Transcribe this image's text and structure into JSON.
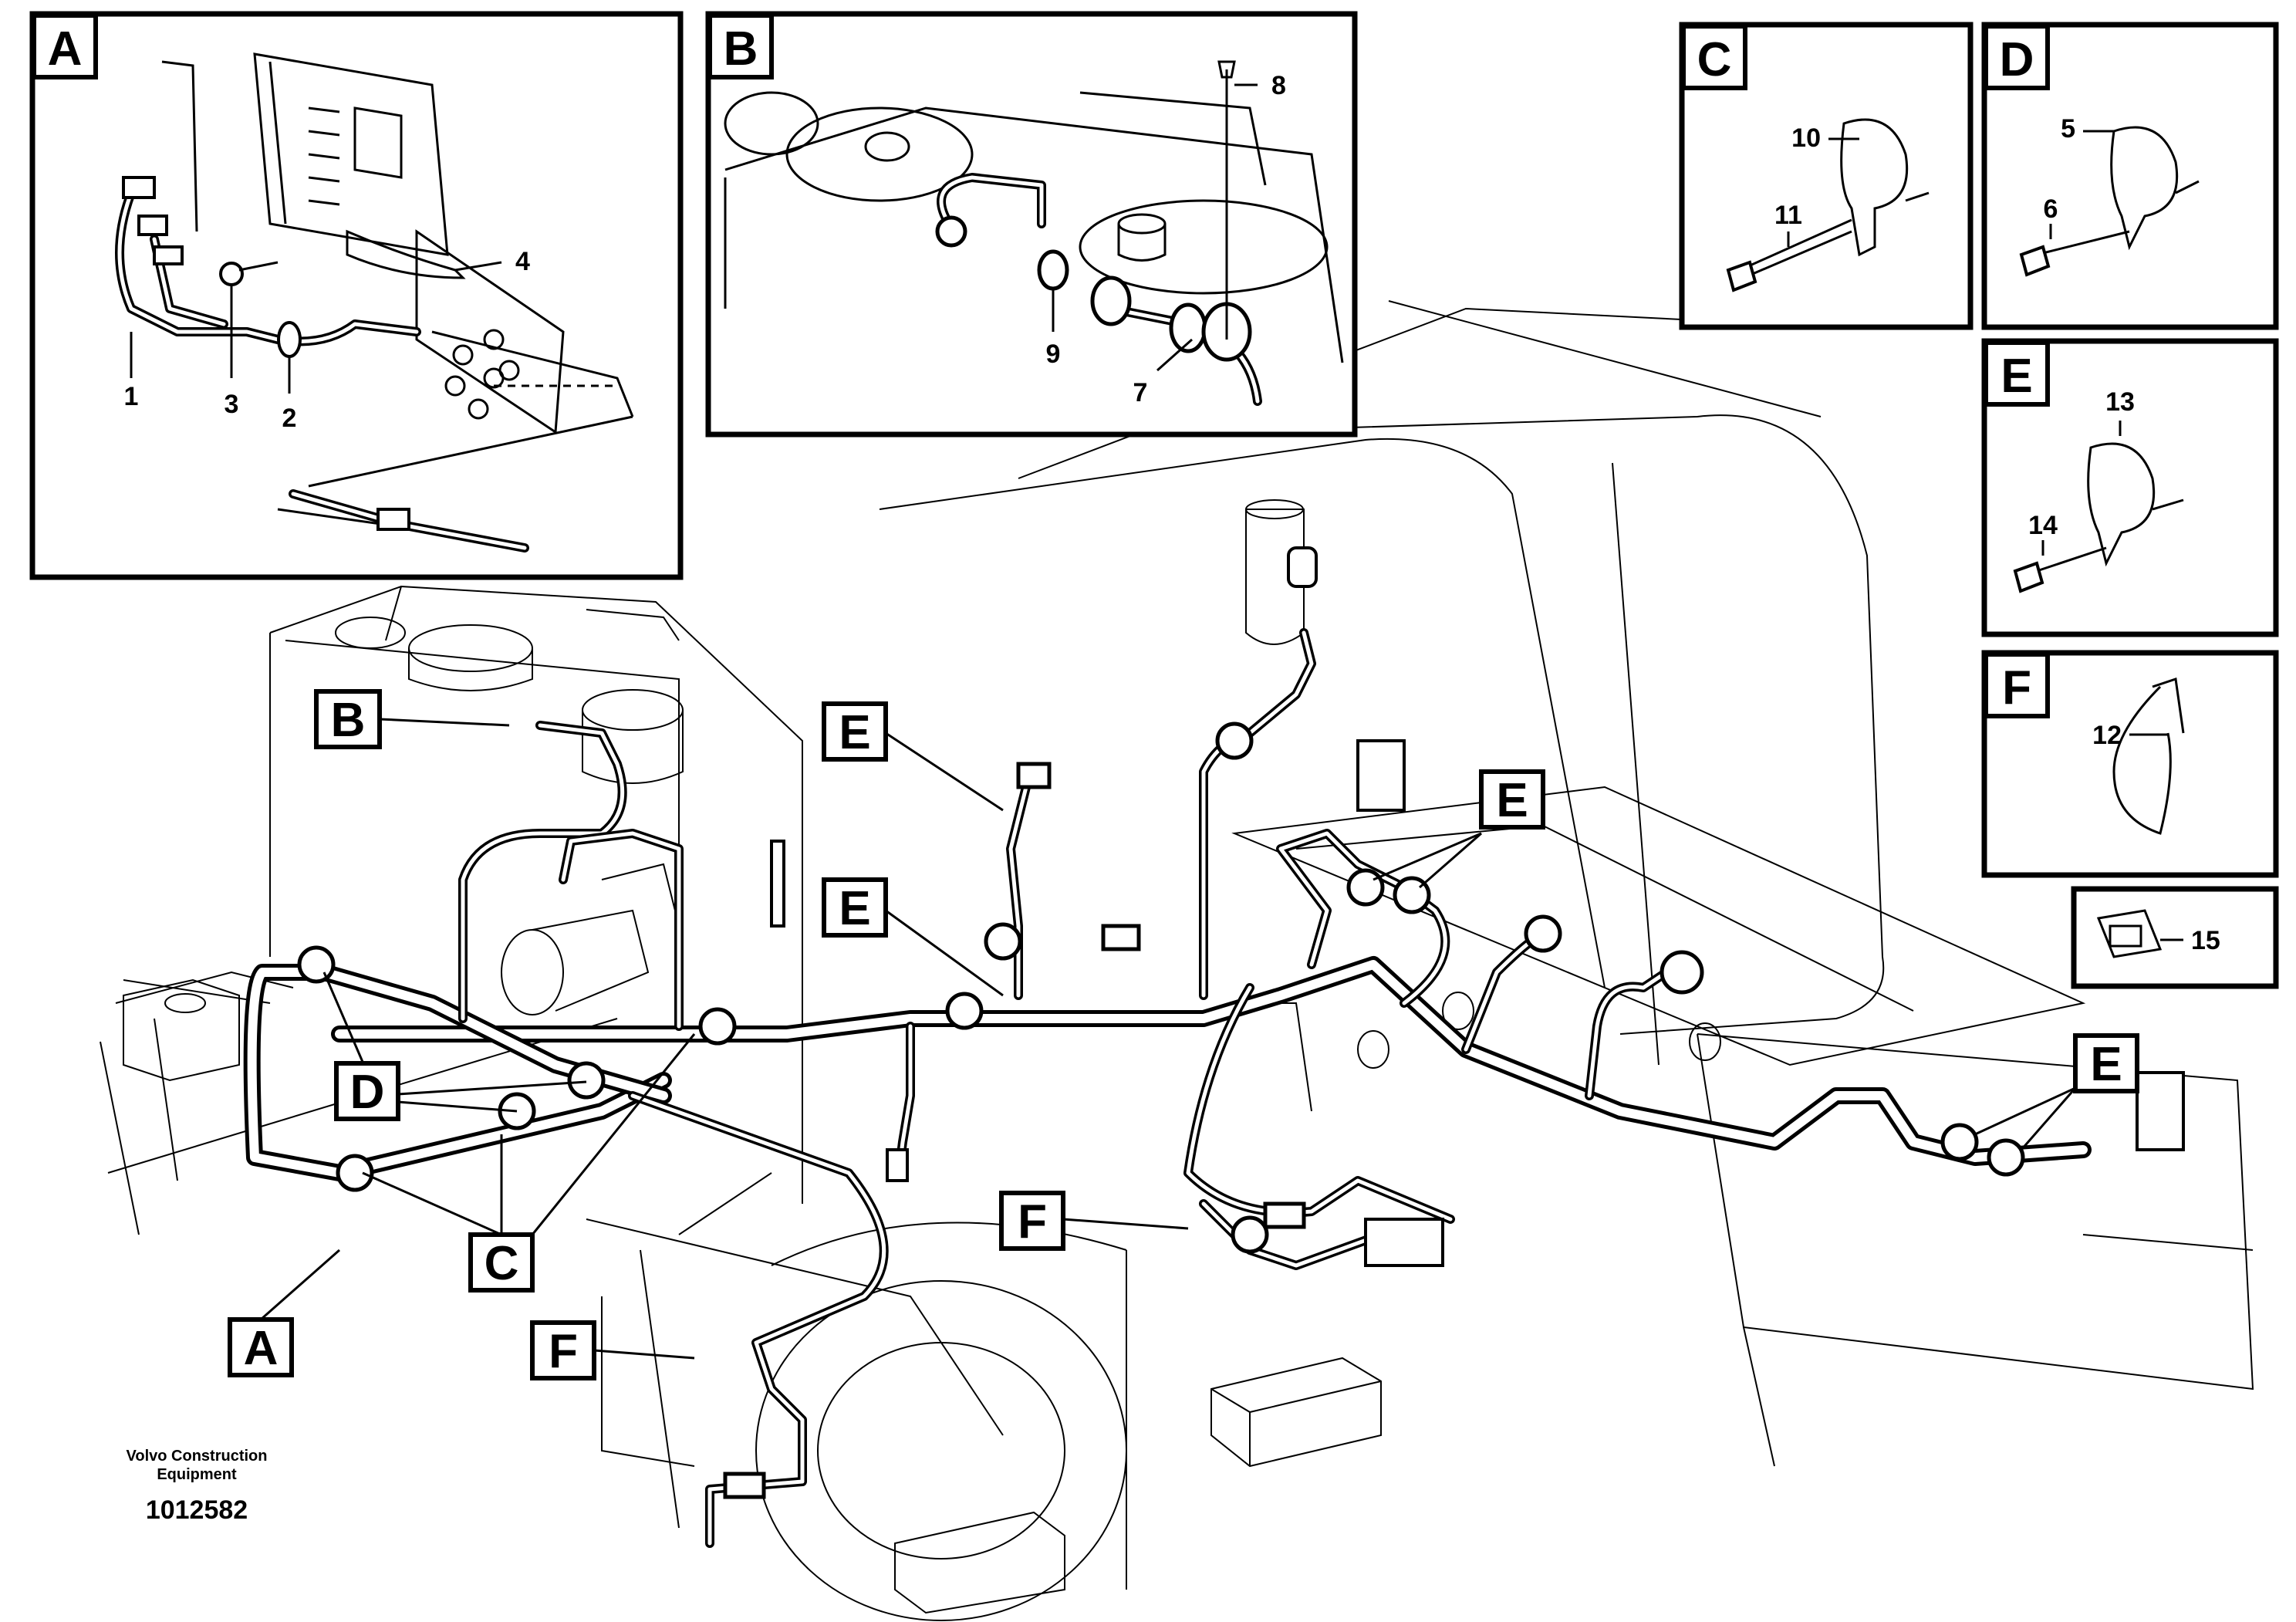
{
  "detail_boxes": {
    "A": {
      "letter": "A",
      "callouts": [
        "1",
        "2",
        "3",
        "4"
      ]
    },
    "B": {
      "letter": "B",
      "callouts": [
        "7",
        "8",
        "9"
      ]
    },
    "C": {
      "letter": "C",
      "callouts": [
        "10",
        "11"
      ]
    },
    "D": {
      "letter": "D",
      "callouts": [
        "5",
        "6"
      ]
    },
    "E": {
      "letter": "E",
      "callouts": [
        "13",
        "14"
      ]
    },
    "F": {
      "letter": "F",
      "callouts": [
        "12"
      ]
    },
    "part15": {
      "callout": "15"
    }
  },
  "main_labels": {
    "B": "B",
    "E1": "E",
    "E2": "E",
    "E3": "E",
    "E4": "E",
    "D": "D",
    "C": "C",
    "A": "A",
    "F1": "F",
    "F2": "F"
  },
  "footer": {
    "company_line1": "Volvo Construction",
    "company_line2": "Equipment",
    "drawing_number": "1012582"
  }
}
